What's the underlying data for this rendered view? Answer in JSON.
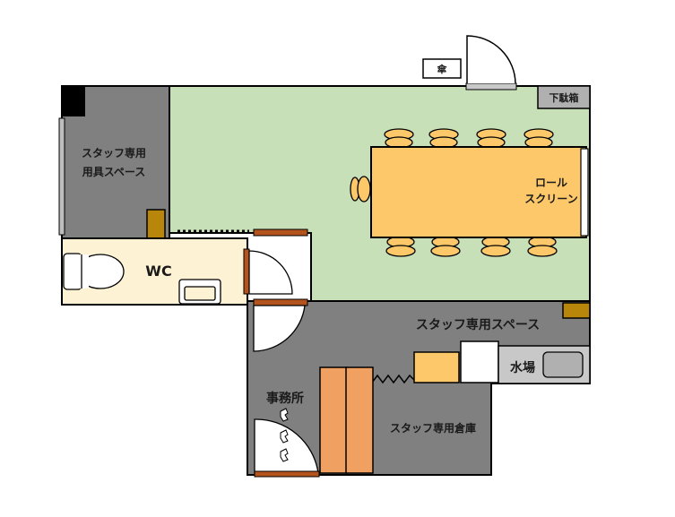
{
  "rooms": {
    "staff_tool_space": {
      "label_line1": "スタッフ専用",
      "label_line2": "用具スペース"
    },
    "wc": {
      "label": "WC"
    },
    "meeting": {
      "screen_label_line1": "ロール",
      "screen_label_line2": "スクリーン"
    },
    "shoe_box": {
      "label": "下駄箱"
    },
    "umbrella": {
      "label": "傘"
    },
    "staff_space": {
      "label": "スタッフ専用スペース"
    },
    "sink": {
      "label": "水場"
    },
    "office": {
      "label": "事務所"
    },
    "storage": {
      "label": "スタッフ専用倉庫"
    }
  },
  "colors": {
    "meeting_floor": "#c8e0b8",
    "staff_floor": "#808080",
    "wc_floor": "#fdf2d4",
    "table": "#fdc86a",
    "door": "#b3541e",
    "shelf": "#b8860b",
    "storage_shelf": "#f0a060"
  }
}
